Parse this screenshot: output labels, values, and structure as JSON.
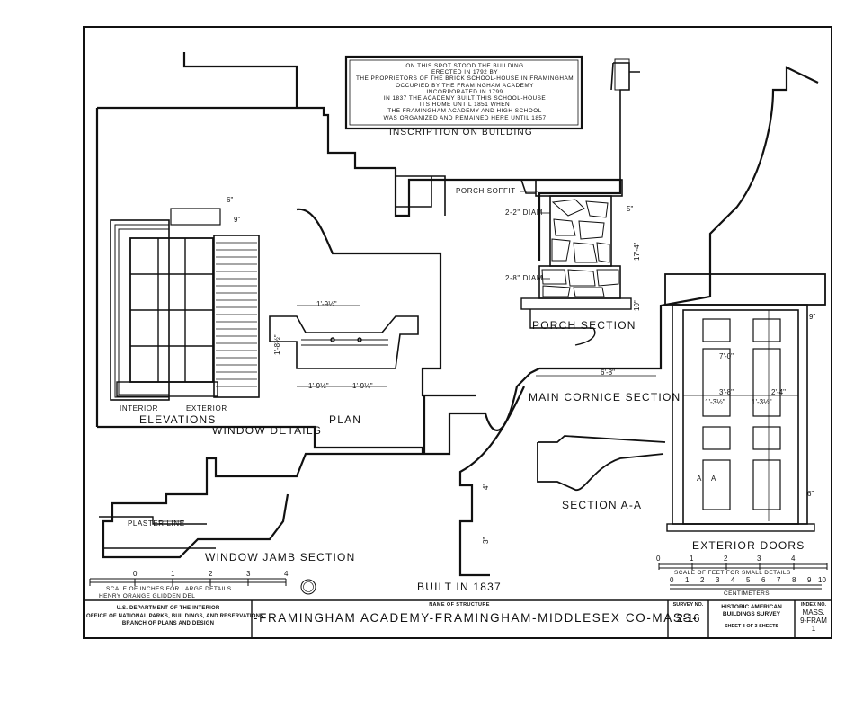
{
  "inscription": {
    "lines": [
      "ON THIS SPOT STOOD THE BUILDING",
      "ERECTED IN 1792 BY",
      "THE PROPRIETORS OF THE BRICK SCHOOL-HOUSE IN FRAMINGHAM",
      "OCCUPIED BY THE FRAMINGHAM ACADEMY",
      "INCORPORATED IN 1799",
      "IN 1837 THE ACADEMY BUILT THIS SCHOOL-HOUSE",
      "ITS HOME UNTIL 1851 WHEN",
      "THE FRAMINGHAM ACADEMY AND HIGH SCHOOL",
      "WAS ORGANIZED AND REMAINED HERE UNTIL 1857"
    ],
    "caption": "INSCRIPTION ON BUILDING"
  },
  "labels": {
    "porch_soffit": "PORCH SOFFIT",
    "diam_top": "2-2\" DIAM",
    "diam_bottom": "2-8\" DIAM",
    "porch_section": "PORCH SECTION",
    "main_cornice": "MAIN CORNICE SECTION",
    "section_aa": "SECTION A-A",
    "interior": "INTERIOR",
    "exterior": "EXTERIOR",
    "elevations": "ELEVATIONS",
    "plan": "PLAN",
    "window_details": "WINDOW DETAILS",
    "plaster_line": "PLASTER LINE",
    "window_jamb": "WINDOW JAMB SECTION",
    "built": "BUILT IN 1837",
    "exterior_doors": "EXTERIOR DOORS",
    "door_a_left": "A",
    "door_a_right": "A"
  },
  "dimensions": {
    "d6": "6\"",
    "d9a": "9\"",
    "d9b": "9\"",
    "d6b": "6\"",
    "d1_9a": "1'-9½\"",
    "d1_8": "1'-8½\"",
    "d1_9b": "1'-9½\"",
    "d1_9c": "1'-9¼\"",
    "d6_8": "6'-8\"",
    "d7_0": "7'-0\"",
    "d3_8": "3'-8\"",
    "d1_3a": "1'-3½\"",
    "d1_3b": "1'-3½\"",
    "d2_4": "2'-4\"",
    "d5": "5\"",
    "d17_4": "17'-4\"",
    "d10": "10\"",
    "d4": "4\"",
    "d3": "3\""
  },
  "inch_scale": {
    "ticks": [
      "0",
      "1",
      "2",
      "3",
      "4"
    ],
    "caption": "SCALE OF INCHES FOR LARGE DETAILS"
  },
  "delineator": "HENRY ORANGE GLIDDEN DEL",
  "feet_scale": {
    "ticks": [
      "0",
      "1",
      "2",
      "3",
      "4"
    ],
    "caption": "SCALE OF FEET FOR SMALL DETAILS",
    "cm_ticks": [
      "0",
      "1",
      "2",
      "3",
      "4",
      "5",
      "6",
      "7",
      "8",
      "9",
      "10"
    ],
    "cm_caption": "CENTIMETERS"
  },
  "title_block": {
    "agency": [
      "U.S. DEPARTMENT OF THE INTERIOR",
      "OFFICE OF NATIONAL PARKS, BUILDINGS, AND RESERVATIONS",
      "BRANCH OF PLANS AND DESIGN"
    ],
    "structure_caption": "NAME OF STRUCTURE",
    "structure_name": "-FRAMINGHAM ACADEMY-FRAMINGHAM-MIDDLESEX CO-MASS-",
    "survey_caption": "SURVEY NO.",
    "survey_no": "2-16",
    "habs": [
      "HISTORIC AMERICAN",
      "BUILDINGS SURVEY"
    ],
    "sheet": "SHEET 3 OF 3 SHEETS",
    "index_caption": "INDEX NO.",
    "index_no": [
      "MASS.",
      "9-FRAM",
      "1"
    ]
  }
}
